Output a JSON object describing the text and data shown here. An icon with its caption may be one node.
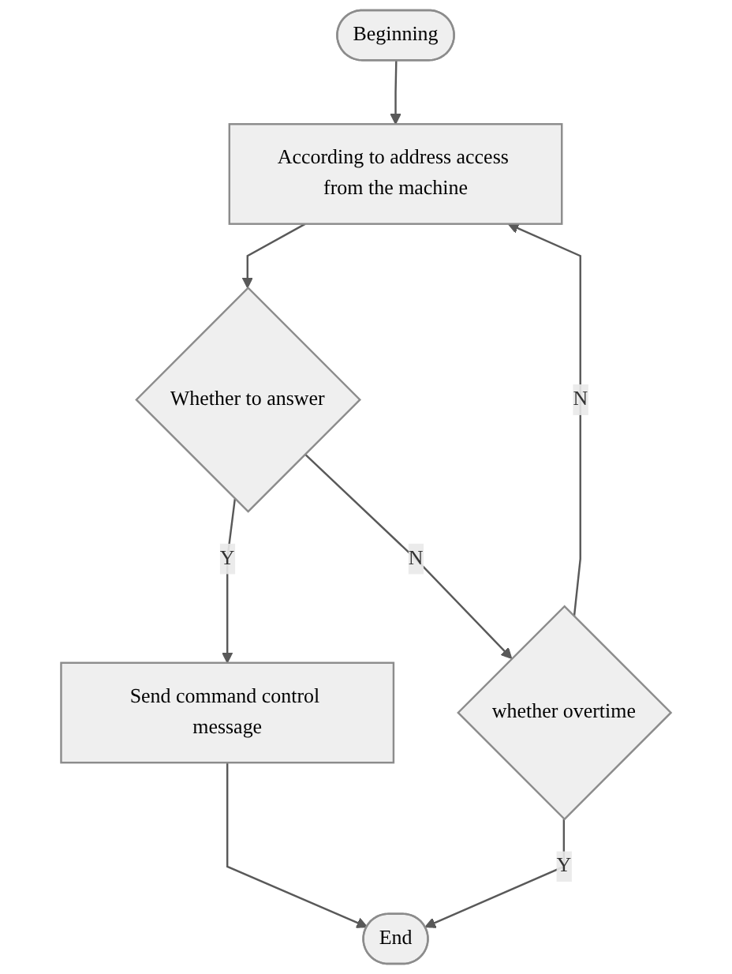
{
  "diagram": {
    "nodes": [
      {
        "text": [
          "Beginning"
        ]
      },
      {
        "text": [
          "According to address access from the machine"
        ]
      },
      {
        "text": [
          "Whether to answer"
        ]
      },
      {
        "text": [
          "whether overtime"
        ]
      },
      {
        "text": [
          "Send command control message"
        ]
      },
      {
        "text": [
          "End"
        ]
      }
    ],
    "edges": [
      {
        "from": 0,
        "to": 1,
        "arrow": "to"
      },
      {
        "from": 1,
        "to": 2,
        "arrow": "to"
      },
      {
        "from": 2,
        "to": 3,
        "arrow": "to",
        "label": "N"
      },
      {
        "from": 3,
        "to": 1,
        "arrow": "to",
        "label": "N"
      },
      {
        "from": 2,
        "to": 4,
        "arrow": "to",
        "label": "Y"
      },
      {
        "from": 4,
        "to": 5,
        "arrow": "to"
      },
      {
        "from": 3,
        "to": 5,
        "arrow": "to",
        "label": "Y"
      }
    ]
  }
}
